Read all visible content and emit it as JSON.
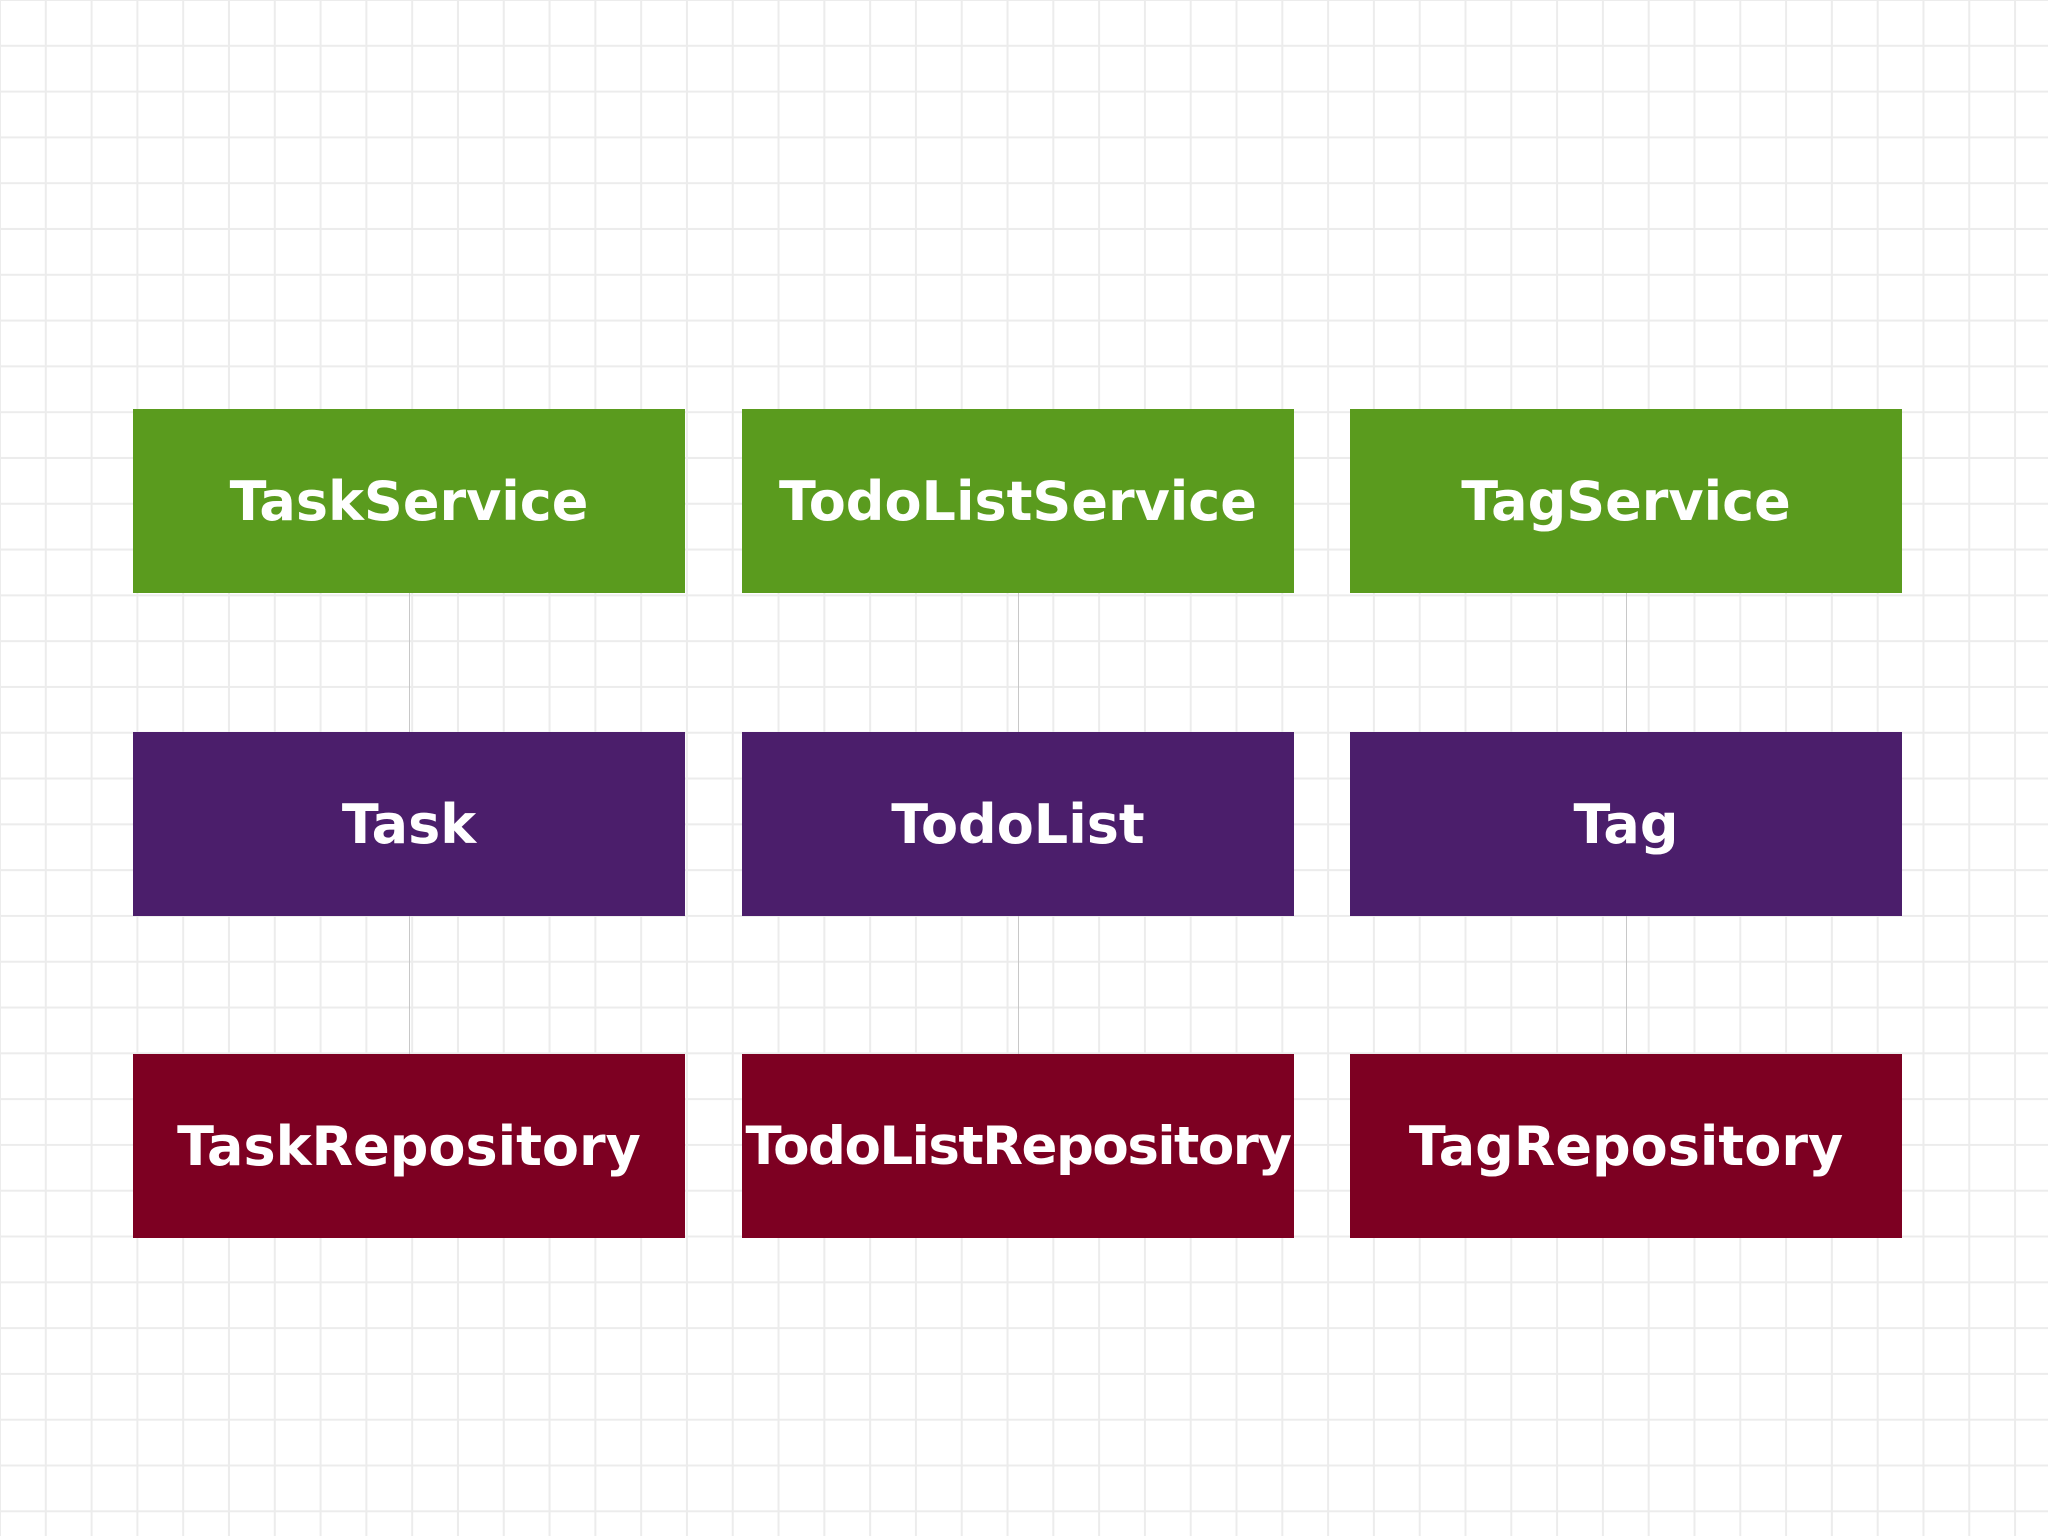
{
  "colors": {
    "service": "#5a9b1e",
    "entity": "#4b1e6b",
    "repository": "#7d0022",
    "connector": "#c8c8c8",
    "text": "#ffffff"
  },
  "diagram": {
    "columns": [
      {
        "service": "TaskService",
        "entity": "Task",
        "repository": "TaskRepository"
      },
      {
        "service": "TodoListService",
        "entity": "TodoList",
        "repository": "TodoListRepository"
      },
      {
        "service": "TagService",
        "entity": "Tag",
        "repository": "TagRepository"
      }
    ]
  }
}
